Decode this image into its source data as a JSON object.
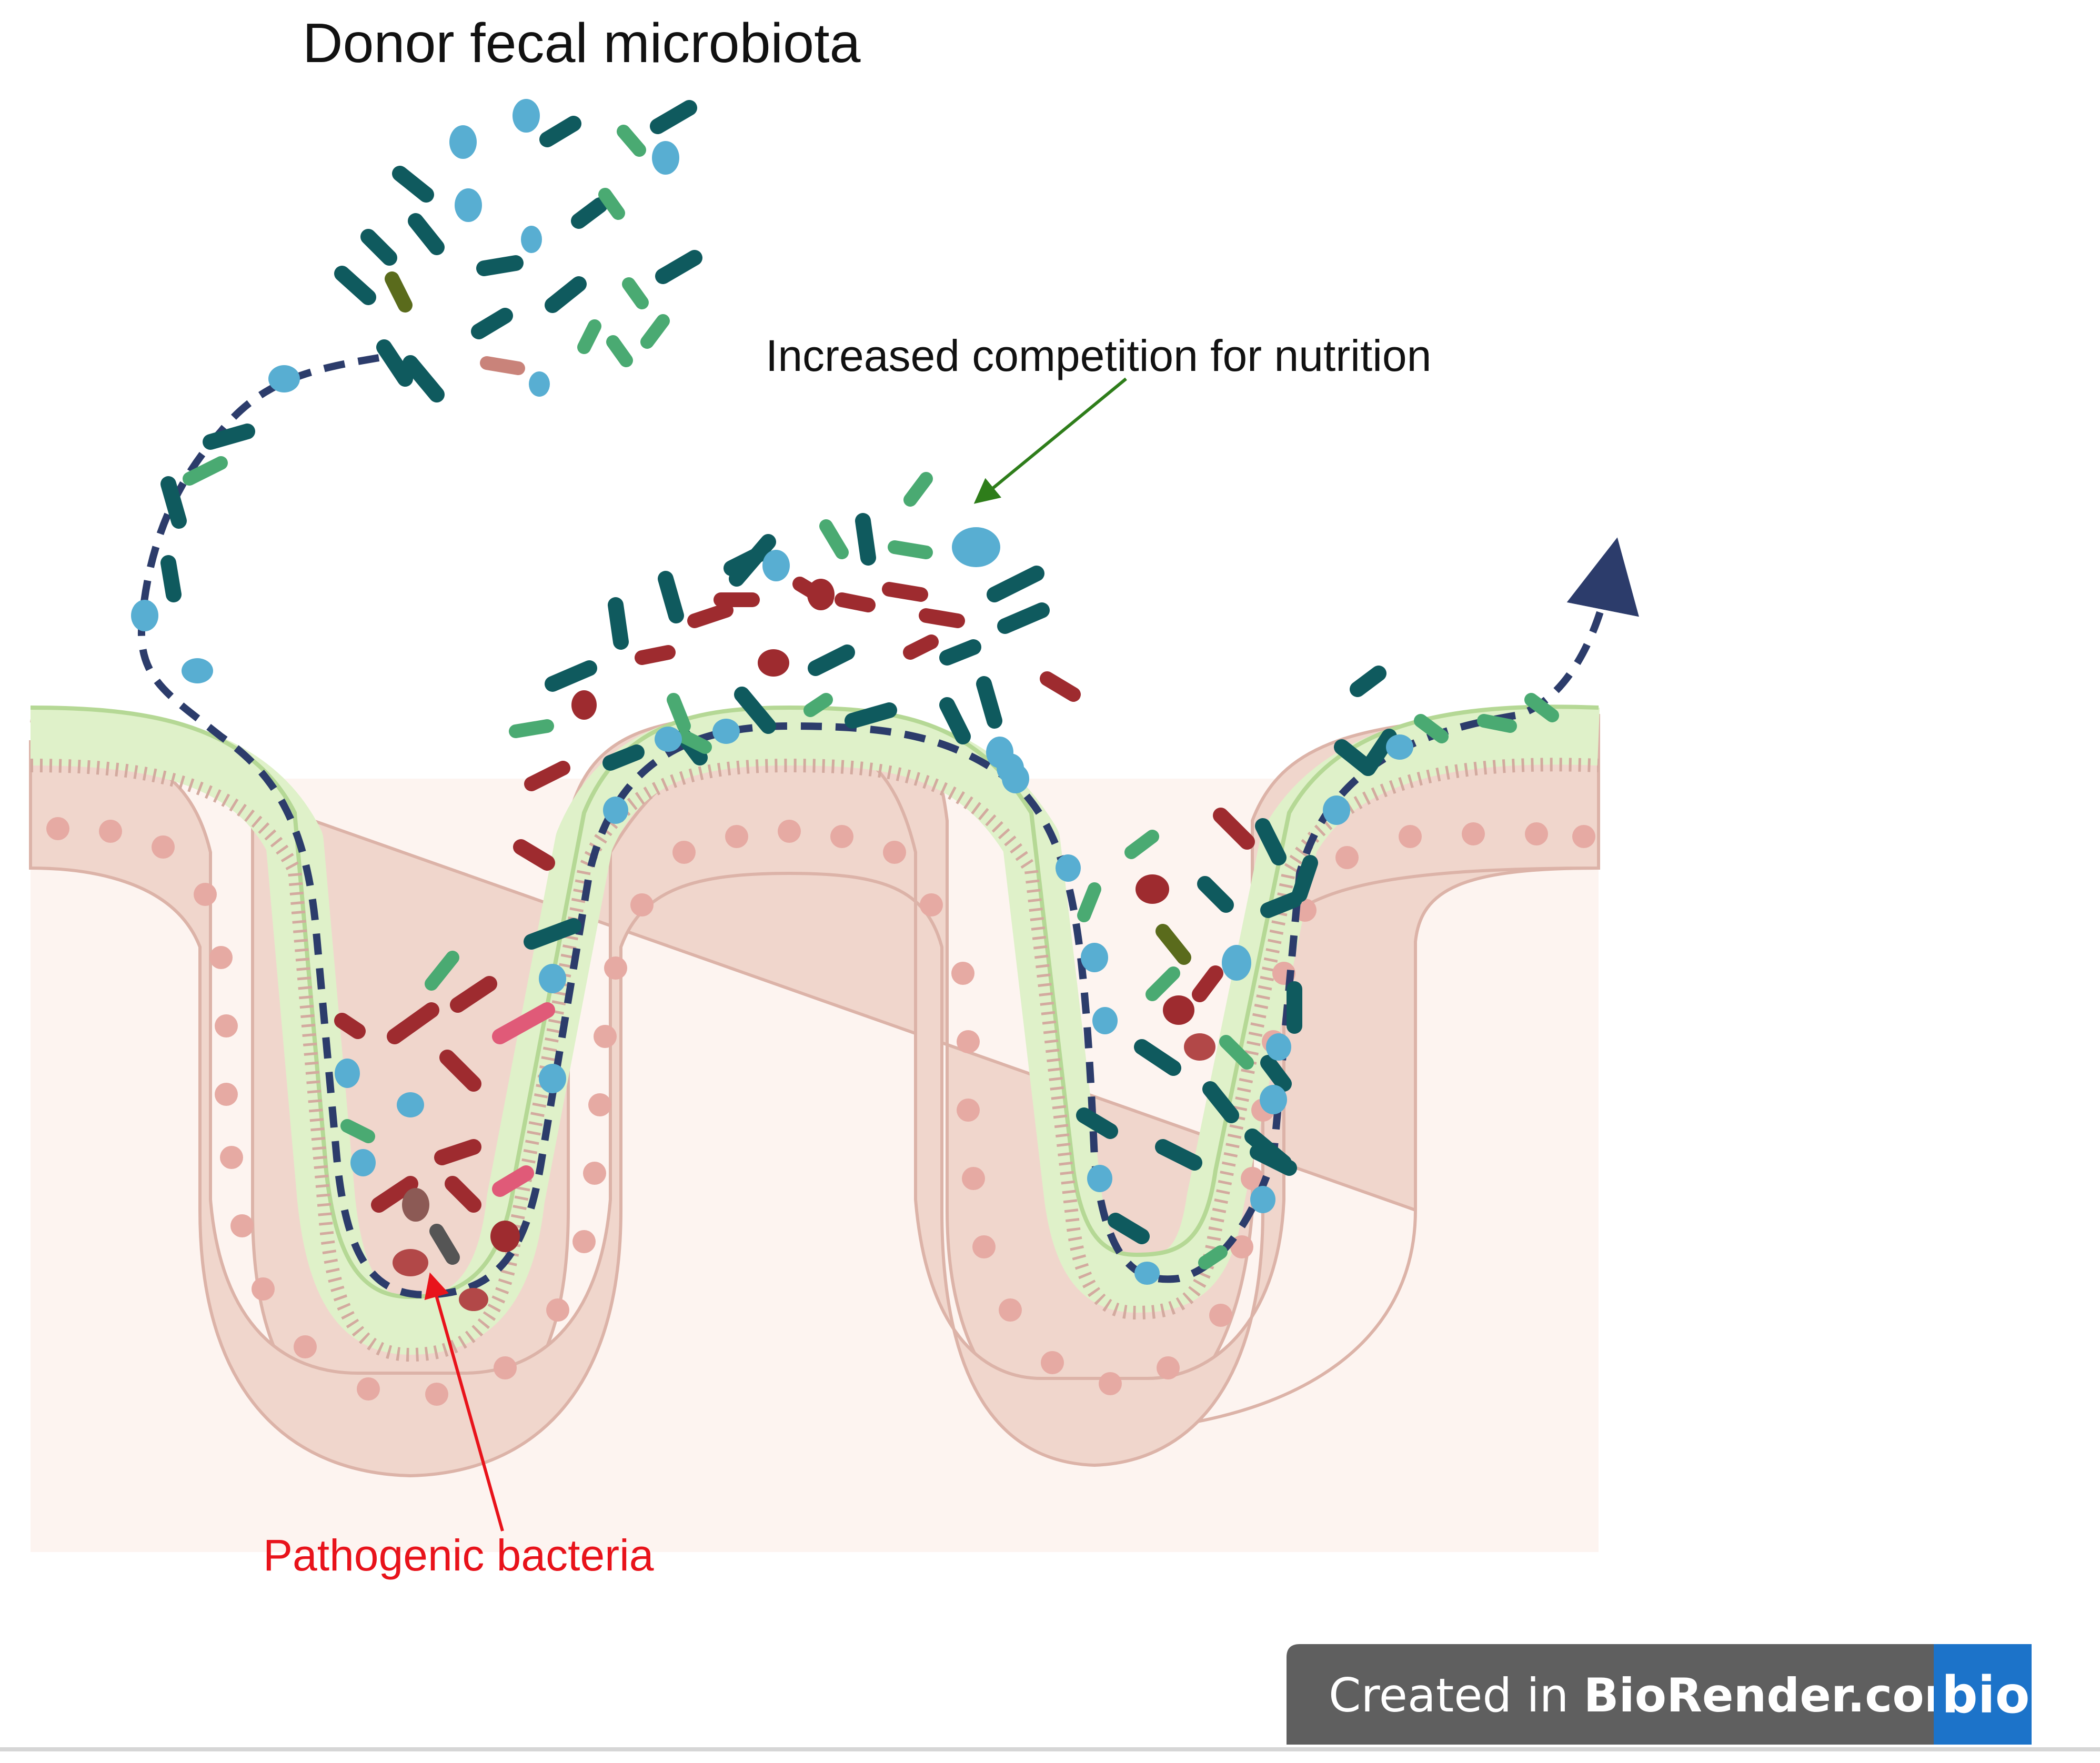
{
  "labels": {
    "donor": "Donor fecal microbiota",
    "competition": "Increased competition for nutrition",
    "pathogenic": "Pathogenic bacteria"
  },
  "watermark": {
    "prefix": "Created in ",
    "brand": "BioRender.com",
    "logo": "bio"
  },
  "colors": {
    "tissue_background": "#fdf4f0",
    "epithelial_cell": "#f0d6cc",
    "cell_nucleus": "#e6aaa3",
    "mucus_layer": "#dff1c9",
    "commensal_dark_teal": "#0f5a5e",
    "commensal_green": "#4aaa72",
    "commensal_light_blue": "#58aed2",
    "pathogen_dark_red": "#9e2b2f",
    "pathogen_pink": "#e05a78",
    "flow_path": "#2c3c6b",
    "competition_arrow": "#2e7d1a",
    "pathogen_arrow": "#e8131b",
    "watermark_bg": "#5f5f5f",
    "watermark_logo_bg": "#1c73c9"
  }
}
